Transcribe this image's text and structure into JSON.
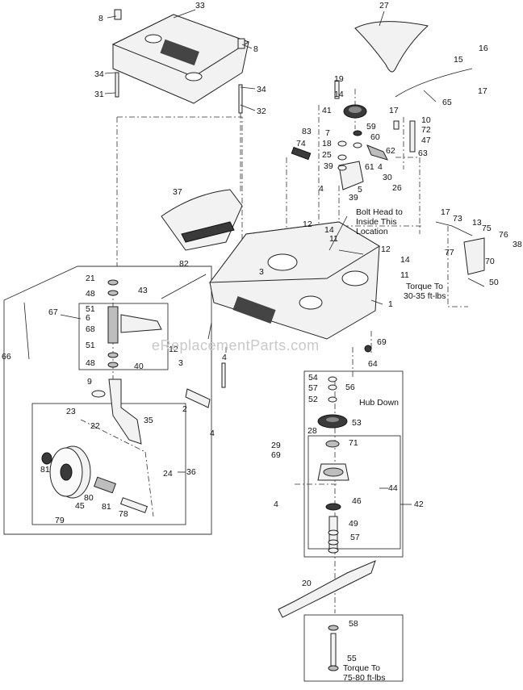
{
  "watermark": "eReplacementParts.com",
  "callouts": [
    "8",
    "33",
    "27",
    "8",
    "34",
    "31",
    "34",
    "32",
    "16",
    "15",
    "17",
    "19",
    "14",
    "65",
    "41",
    "17",
    "59",
    "10",
    "72",
    "7",
    "83",
    "74",
    "18",
    "60",
    "47",
    "25",
    "62",
    "63",
    "39",
    "61",
    "4",
    "30",
    "26",
    "4",
    "5",
    "39",
    "37",
    "12",
    "14",
    "11",
    "17",
    "73",
    "13",
    "75",
    "76",
    "38",
    "77",
    "70",
    "12",
    "11",
    "14",
    "50",
    "82",
    "43",
    "3",
    "1",
    "21",
    "48",
    "51",
    "6",
    "68",
    "51",
    "48",
    "67",
    "66",
    "4",
    "69",
    "64",
    "12",
    "40",
    "3",
    "9",
    "2",
    "4",
    "54",
    "57",
    "56",
    "52",
    "53",
    "28",
    "23",
    "22",
    "35",
    "29",
    "71",
    "69",
    "81",
    "24",
    "36",
    "80",
    "44",
    "81",
    "45",
    "78",
    "79",
    "4",
    "46",
    "42",
    "49",
    "57",
    "20",
    "58",
    "55"
  ],
  "notes": {
    "bolt_head": [
      "Bolt Head to",
      "Inside This",
      "Location"
    ],
    "torque_deck": [
      "Torque To",
      "30-35 ft-lbs"
    ],
    "hub_down": "Hub Down",
    "torque_blade": [
      "Torque To",
      "75-80 ft-lbs"
    ]
  }
}
